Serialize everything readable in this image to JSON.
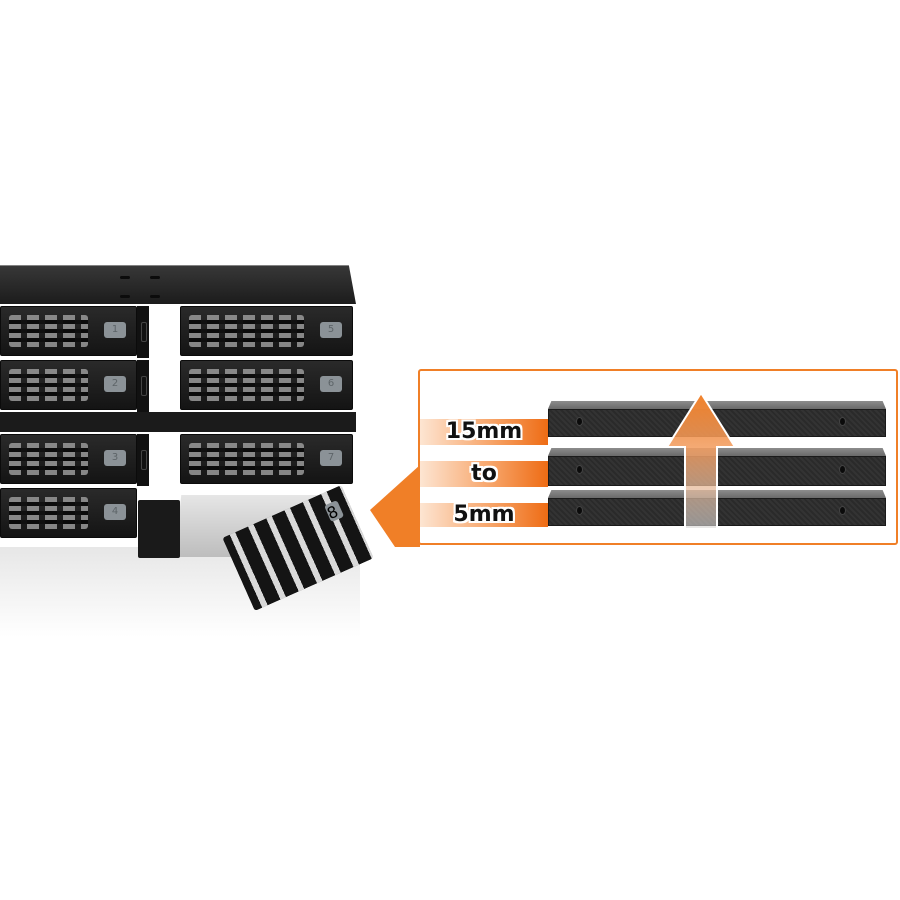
{
  "image": {
    "subject": "8-bay 2.5-inch SSD/HDD mobile rack enclosure with one drive tray partially ejected",
    "background_color": "#ffffff",
    "accent_color": "#f07f27"
  },
  "enclosure": {
    "bay_numbers": [
      "1",
      "2",
      "3",
      "4",
      "5",
      "6",
      "7",
      "8"
    ],
    "color": "#1a1a1a",
    "ejected_tray": "8"
  },
  "callout": {
    "border_color": "#f07f27",
    "labels": {
      "max": "15mm",
      "connector": "to",
      "min": "5mm"
    },
    "arrow_direction": "up",
    "drive_count": 3
  }
}
